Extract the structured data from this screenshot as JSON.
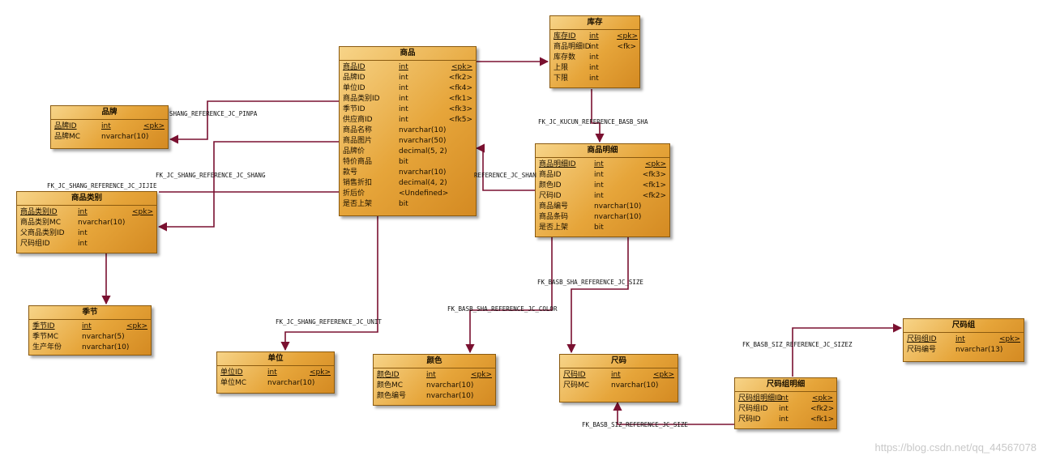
{
  "entities": {
    "shangpin": {
      "title": "商品",
      "rows": [
        {
          "name": "商品ID",
          "type": "int",
          "key": "<pk>",
          "underline": true
        },
        {
          "name": "品牌ID",
          "type": "int",
          "key": "<fk2>"
        },
        {
          "name": "单位ID",
          "type": "int",
          "key": "<fk4>"
        },
        {
          "name": "商品类别ID",
          "type": "int",
          "key": "<fk1>"
        },
        {
          "name": "季节ID",
          "type": "int",
          "key": "<fk3>"
        },
        {
          "name": "供应商ID",
          "type": "int",
          "key": "<fk5>"
        },
        {
          "name": "商品名称",
          "type": "nvarchar(10)",
          "key": ""
        },
        {
          "name": "商品图片",
          "type": "nvarchar(50)",
          "key": ""
        },
        {
          "name": "品牌价",
          "type": "decimal(5, 2)",
          "key": ""
        },
        {
          "name": "特价商品",
          "type": "bit",
          "key": ""
        },
        {
          "name": "款号",
          "type": "nvarchar(10)",
          "key": ""
        },
        {
          "name": "销售折扣",
          "type": "decimal(4, 2)",
          "key": ""
        },
        {
          "name": "折后价",
          "type": "<Undefined>",
          "key": ""
        },
        {
          "name": "是否上架",
          "type": "bit",
          "key": ""
        }
      ]
    },
    "kucun": {
      "title": "库存",
      "rows": [
        {
          "name": "库存ID",
          "type": "int",
          "key": "<pk>",
          "underline": true
        },
        {
          "name": "商品明细ID",
          "type": "int",
          "key": "<fk>"
        },
        {
          "name": "库存数",
          "type": "int",
          "key": ""
        },
        {
          "name": "上限",
          "type": "int",
          "key": ""
        },
        {
          "name": "下限",
          "type": "int",
          "key": ""
        }
      ]
    },
    "pinpai": {
      "title": "品牌",
      "rows": [
        {
          "name": "品牌ID",
          "type": "int",
          "key": "<pk>",
          "underline": true
        },
        {
          "name": "品牌MC",
          "type": "nvarchar(10)",
          "key": ""
        }
      ]
    },
    "mingxi": {
      "title": "商品明细",
      "rows": [
        {
          "name": "商品明细ID",
          "type": "int",
          "key": "<pk>",
          "underline": true
        },
        {
          "name": "商品ID",
          "type": "int",
          "key": "<fk3>"
        },
        {
          "name": "颜色ID",
          "type": "int",
          "key": "<fk1>"
        },
        {
          "name": "尺码ID",
          "type": "int",
          "key": "<fk2>"
        },
        {
          "name": "商品编号",
          "type": "nvarchar(10)",
          "key": ""
        },
        {
          "name": "商品条码",
          "type": "nvarchar(10)",
          "key": ""
        },
        {
          "name": "是否上架",
          "type": "bit",
          "key": ""
        }
      ]
    },
    "leibie": {
      "title": "商品类别",
      "rows": [
        {
          "name": "商品类别ID",
          "type": "int",
          "key": "<pk>",
          "underline": true
        },
        {
          "name": "商品类别MC",
          "type": "nvarchar(10)",
          "key": ""
        },
        {
          "name": "父商品类别ID",
          "type": "int",
          "key": ""
        },
        {
          "name": "尺码组ID",
          "type": "int",
          "key": ""
        }
      ]
    },
    "jijie": {
      "title": "季节",
      "rows": [
        {
          "name": "季节ID",
          "type": "int",
          "key": "<pk>",
          "underline": true
        },
        {
          "name": "季节MC",
          "type": "nvarchar(5)",
          "key": ""
        },
        {
          "name": "生产年份",
          "type": "nvarchar(10)",
          "key": ""
        }
      ]
    },
    "danwei": {
      "title": "单位",
      "rows": [
        {
          "name": "单位ID",
          "type": "int",
          "key": "<pk>",
          "underline": true
        },
        {
          "name": "单位MC",
          "type": "nvarchar(10)",
          "key": ""
        }
      ]
    },
    "yanse": {
      "title": "颜色",
      "rows": [
        {
          "name": "颜色ID",
          "type": "int",
          "key": "<pk>",
          "underline": true
        },
        {
          "name": "颜色MC",
          "type": "nvarchar(10)",
          "key": ""
        },
        {
          "name": "颜色编号",
          "type": "nvarchar(10)",
          "key": ""
        }
      ]
    },
    "chima": {
      "title": "尺码",
      "rows": [
        {
          "name": "尺码ID",
          "type": "int",
          "key": "<pk>",
          "underline": true
        },
        {
          "name": "尺码MC",
          "type": "nvarchar(10)",
          "key": ""
        }
      ]
    },
    "chimazu": {
      "title": "尺码组",
      "rows": [
        {
          "name": "尺码组ID",
          "type": "int",
          "key": "<pk>",
          "underline": true
        },
        {
          "name": "尺码编号",
          "type": "nvarchar(13)",
          "key": ""
        }
      ]
    },
    "chimazumingxi": {
      "title": "尺码组明细",
      "rows": [
        {
          "name": "尺码组明细ID",
          "type": "int",
          "key": "<pk>",
          "underline": true
        },
        {
          "name": "尺码组ID",
          "type": "int",
          "key": "<fk2>"
        },
        {
          "name": "尺码ID",
          "type": "int",
          "key": "<fk1>"
        }
      ]
    }
  },
  "relations": {
    "pinpa": "SHANG_REFERENCE_JC_PINPA",
    "kucun": "FK_JC_KUCUN_REFERENCE_BASB_SHA",
    "jijie": "FK_JC_SHANG_REFERENCE_JC_JIJIE",
    "shang": "FK_JC_SHANG_REFERENCE_JC_SHANG",
    "shang2": "REFERENCE_JC_SHAN",
    "size": "FK_BASB_SHA_REFERENCE_JC_SIZE",
    "color": "FK_BASB_SHA_REFERENCE_JC_COLOR",
    "unit": "FK_JC_SHANG_REFERENCE_JC_UNIT",
    "siz_sizez": "FK_BASB_SIZ_REFERENCE_JC_SIZEZ",
    "siz_size": "FK_BASB_SIZ_REFERENCE_JC_SIZE"
  },
  "watermark": "https://blog.csdn.net/qq_44567078",
  "colors": {
    "line": "#7a1030",
    "entity_border": "#8a5a10"
  }
}
